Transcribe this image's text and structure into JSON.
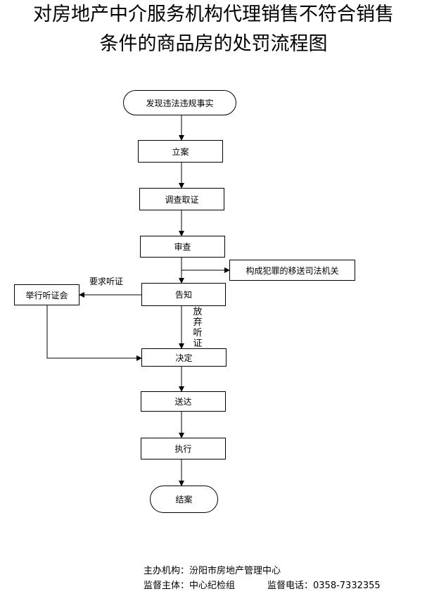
{
  "title": {
    "line1": "对房地产中介服务机构代理销售不符合销售",
    "line2": "条件的商品房的处罚流程图"
  },
  "nodes": {
    "discover": "发现违法违规事实",
    "register": "立案",
    "investigate": "调查取证",
    "review": "审查",
    "transfer": "构成犯罪的移送司法机关",
    "notify": "告知",
    "hearing": "举行听证会",
    "decision": "决定",
    "deliver": "送达",
    "execute": "执行",
    "close": "结案"
  },
  "edge_labels": {
    "request_hearing": "要求听证",
    "waive_hearing": "放弃听证"
  },
  "footer": {
    "organizer": "主办机构：汾阳市房地产管理中心",
    "supervisor": "监督主体：中心纪检组",
    "phone": "监督电话：0358-7332355"
  }
}
